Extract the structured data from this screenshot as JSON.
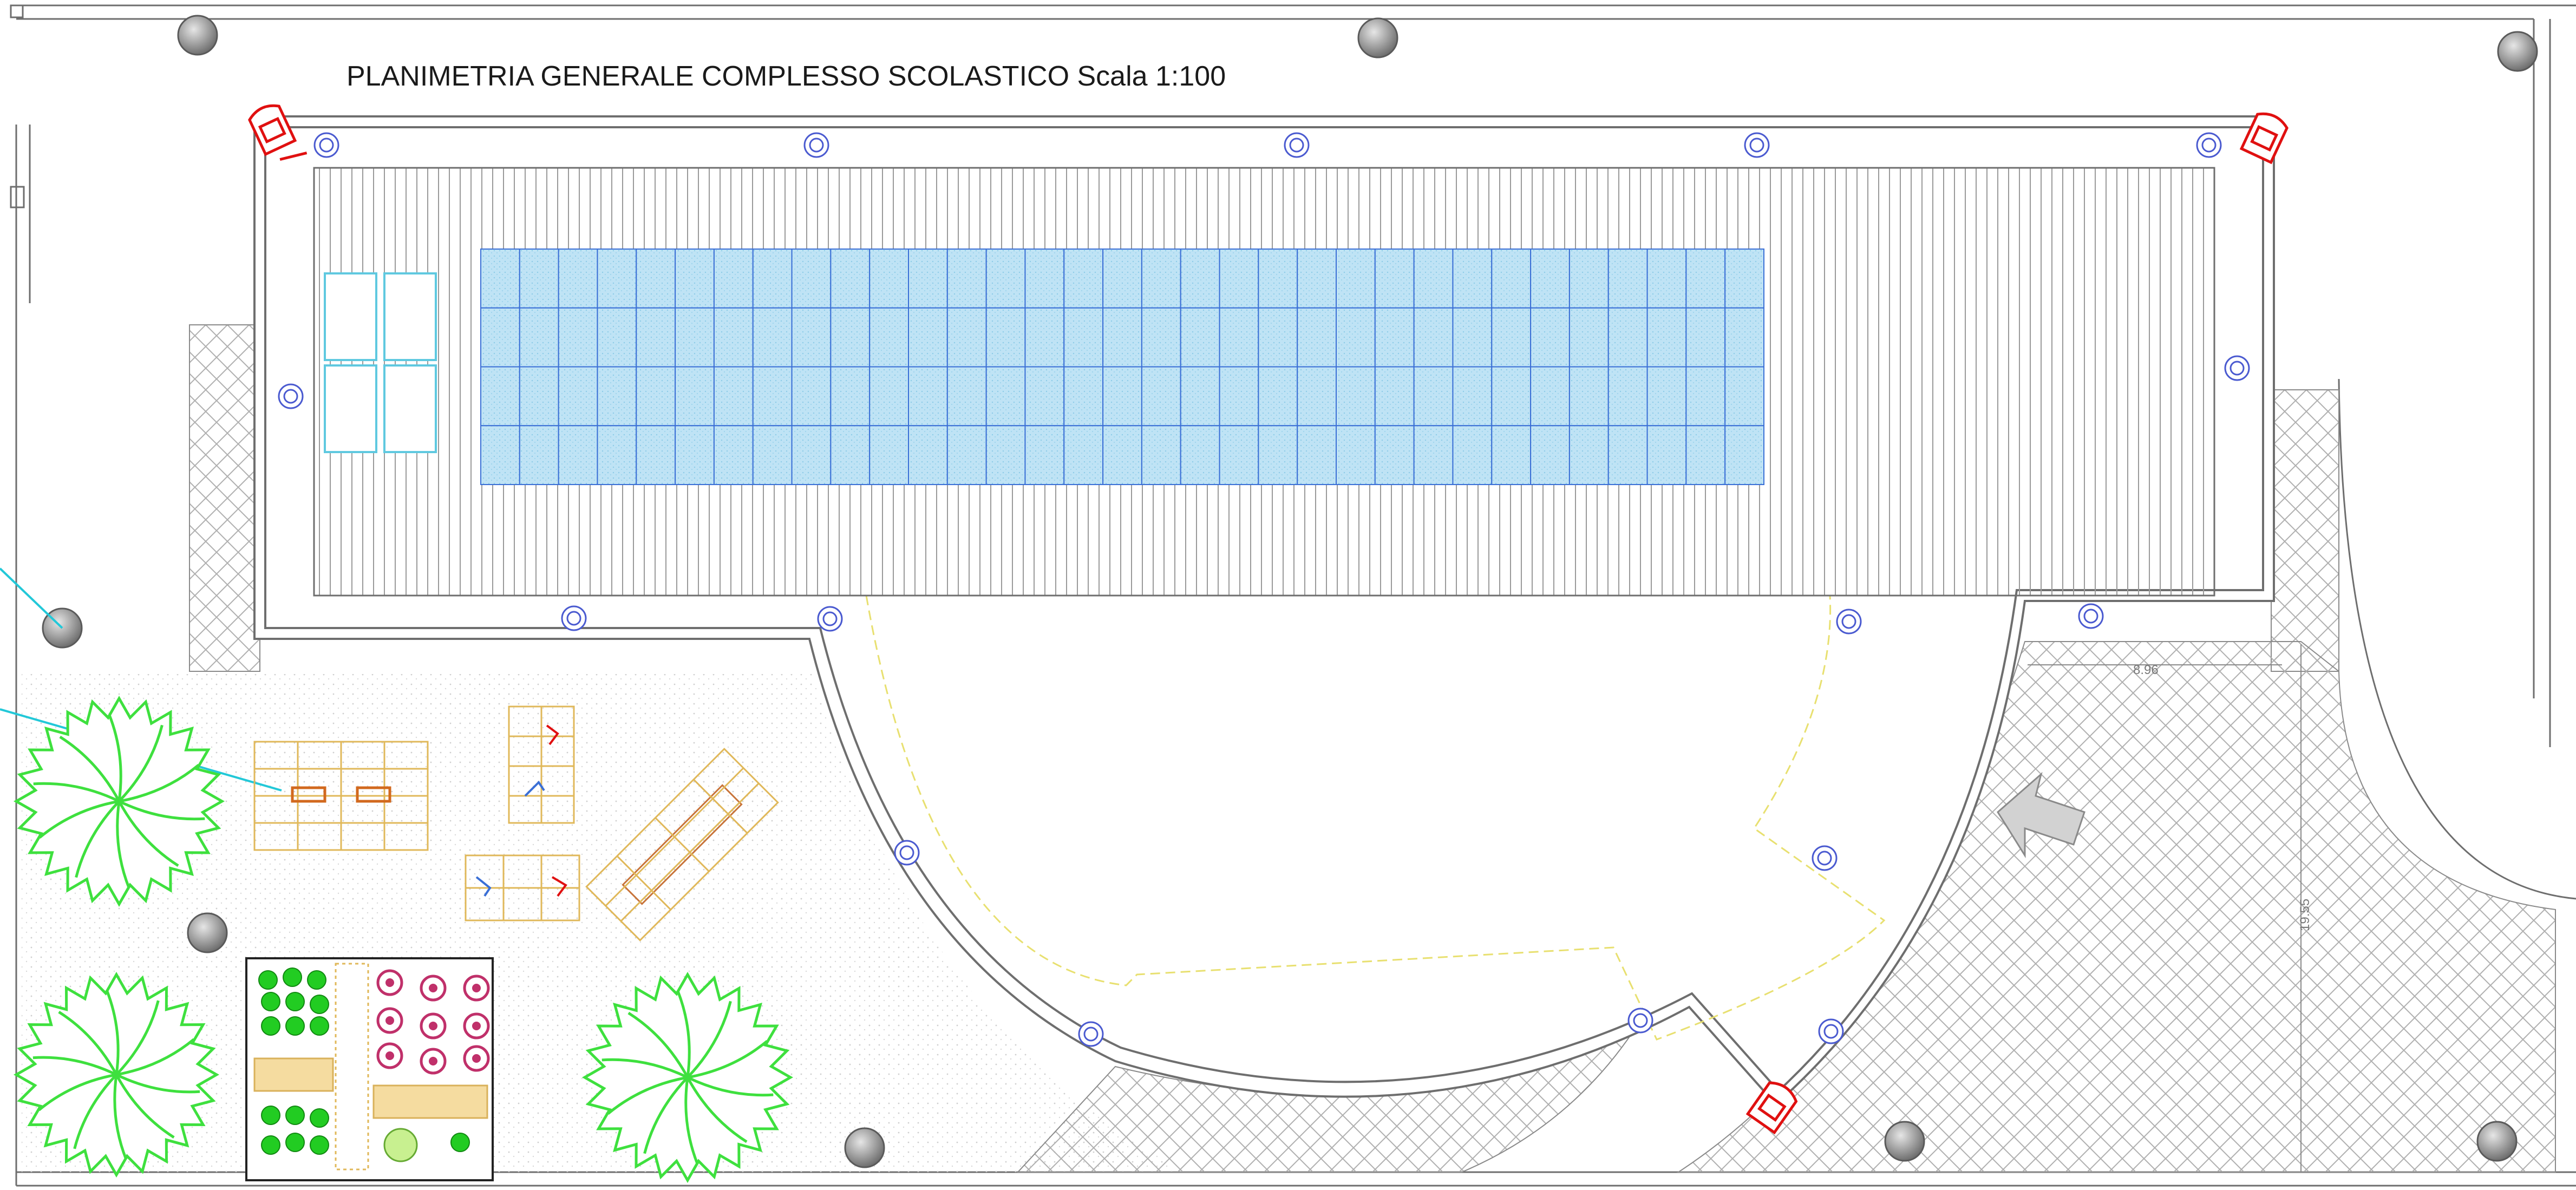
{
  "drawing": {
    "title": "PLANIMETRIA GENERALE COMPLESSO SCOLASTICO Scala 1:100",
    "dimensions": {
      "width_label": "8.96",
      "height_label": "19.55"
    }
  },
  "colors": {
    "line": "#6e6e6e",
    "roof_stripe": "#9a9a9a",
    "solar_fill": "#bfe3f5",
    "solar_line": "#3a6fd6",
    "skylight": "#5fc9e0",
    "tree": "#3ee03e",
    "planter": "#e0b85a",
    "camera": "#e01010",
    "light_fixture": "#4a5ad0",
    "lamp_post": "#8c8c8c",
    "cable": "#22c8d8",
    "paving": "#b0b0b0",
    "arrow": "#a9a9a9",
    "flower": "#c0306a",
    "shrub": "#22cc22"
  },
  "roof": {
    "solar_panel_rows": 4,
    "solar_panel_cols": 33,
    "skylights": 4
  },
  "legend_icons": {
    "lamp_post": "lamp-post-icon",
    "camera": "security-camera-icon",
    "light": "ceiling-light-icon",
    "tree": "tree-icon",
    "arrow": "entrance-arrow-icon"
  }
}
